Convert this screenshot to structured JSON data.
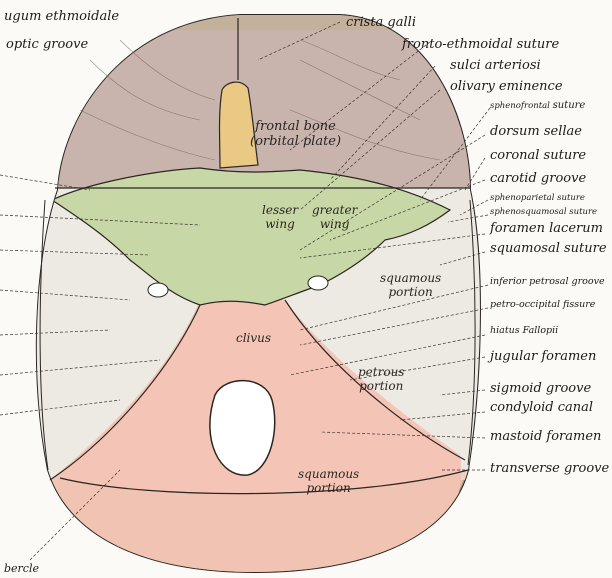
{
  "diagram": {
    "labels": {
      "jugum_ethmoidale": "ugum ethmoidale",
      "optic_groove": "optic groove",
      "crista_galli": "crista galli",
      "fronto_ethmoidal_suture": "fronto-ethmoidal suture",
      "sulci_arteriosi": "sulci arteriosi",
      "olivary_eminence": "olivary eminence",
      "sphenofrontal_suture_a": "sphenofrontal ",
      "sphenofrontal_suture_b": "suture",
      "dorsum_sellae": "dorsum sellae",
      "coronal_suture": "coronal suture",
      "carotid_groove": "carotid groove",
      "sphenoparietal_suture": "sphenoparietal suture",
      "sphenosquamosal_suture": "sphenosquamosal suture",
      "foramen_lacerum": "foramen lacerum",
      "squamosal_suture": "squamosal suture",
      "inferior_petrosal_groove": "inferior petrosal groove",
      "petro_occipital_fissure": "petro-occipital fissure",
      "hiatus_fallopii": "hiatus Fallopii",
      "jugular_foramen": "jugular foramen",
      "sigmoid_groove": "sigmoid groove",
      "condyloid_canal": "condyloid canal",
      "mastoid_foramen": "mastoid foramen",
      "transverse_groove": "transverse groove",
      "tubercle": "bercle"
    },
    "regions": {
      "frontal_bone_1": "frontal bone",
      "frontal_bone_2": "(orbital plate)",
      "lesser_wing_1": "lesser",
      "lesser_wing_2": "wing",
      "greater_wing_1": "greater",
      "greater_wing_2": "wing",
      "squamous_temporal_1": "squamous",
      "squamous_temporal_2": "portion",
      "clivus": "clivus",
      "petrous_1": "petrous",
      "petrous_2": "portion",
      "squamous_occipital_1": "squamous",
      "squamous_occipital_2": "portion"
    },
    "colors": {
      "frontal": "#c9b3ad",
      "ethmoid": "#e9c983",
      "sphenoid": "#c7d7a6",
      "occipital": "#f4c5b6",
      "temporal": "#eceae2",
      "parietal_rim": "#c6b68f",
      "outline": "#2b2622"
    }
  }
}
